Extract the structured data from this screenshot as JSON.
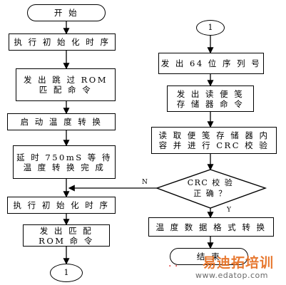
{
  "flowchart": {
    "left": {
      "start": "开 始",
      "init1": "执 行 初 始 化 时 序",
      "skip_rom": "发 出 跳 过 ROM\n匹 配 命 令",
      "start_conv": "启 动 温 度 转 换",
      "delay": "延 时 750mS 等 待\n温 度 转 换 完 成",
      "init2": "执 行 初 始 化 时 序",
      "match_rom": "发 出 匹 配\nROM 命 令",
      "connector_bottom": "1"
    },
    "right": {
      "connector_top": "1",
      "send_serial": "发 出 64 位 序 列 号",
      "read_cmd": "发 出 读 便 笺\n存 储 器 命 令",
      "read_crc": "读 取 便 笺 存 储 器 内\n容 并 进 行 CRC 校 验",
      "crc_check": "CRC 校 验\n正 确 ？",
      "label_no": "N",
      "label_yes": "Y",
      "convert_format": "温 度 数 据 格 式 转 换",
      "end": "结 束"
    }
  },
  "watermark": {
    "chinese": "易迪拓培训",
    "url": "www.edatop.com",
    "dots": "·  ·"
  },
  "colors": {
    "line": "#000000",
    "watermark_orange": "#e56a1a",
    "watermark_gray": "#6a6a6a"
  }
}
